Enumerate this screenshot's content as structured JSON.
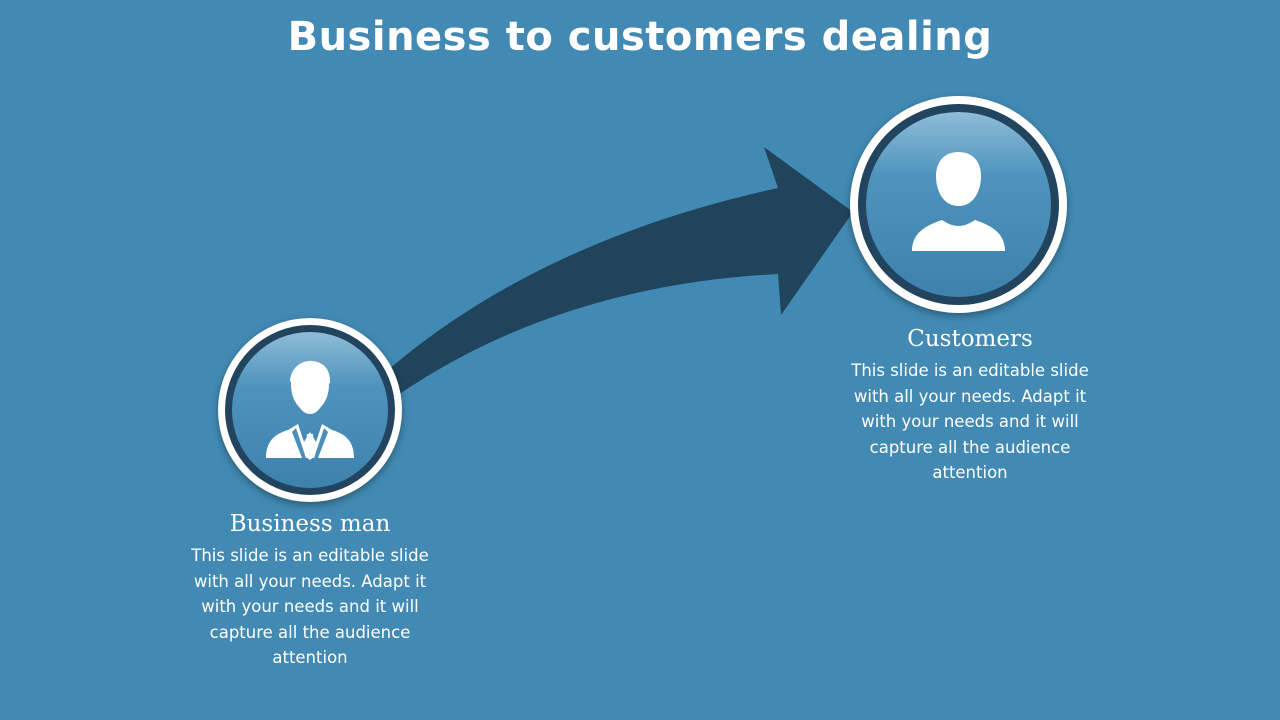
{
  "slide": {
    "title": "Business to customers dealing"
  },
  "nodes": [
    {
      "heading": "Business man",
      "description": "This slide is an editable slide with all your needs. Adapt it with your needs and it will capture all the audience attention",
      "icon": "businessman-icon"
    },
    {
      "heading": "Customers",
      "description": "This slide is an editable slide with all your needs. Adapt it with your needs and it will capture all the audience attention",
      "icon": "person-icon"
    }
  ],
  "colors": {
    "background": "#428ab3",
    "arrow": "#21445d",
    "ring": "#23445e",
    "text": "#ffffff"
  }
}
